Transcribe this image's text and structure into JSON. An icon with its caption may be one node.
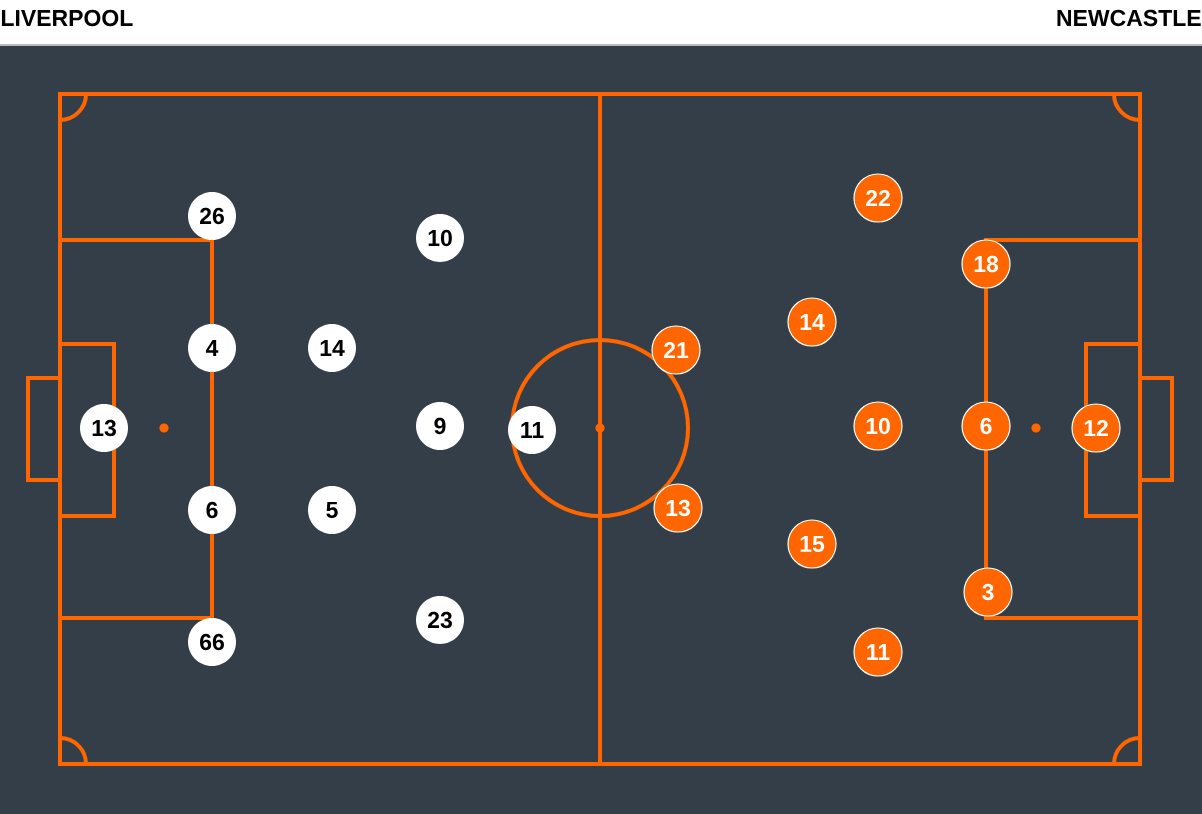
{
  "diagram": {
    "nodes": [
      {
        "text": [
          "13"
        ]
      },
      {
        "text": [
          "26"
        ]
      },
      {
        "text": [
          "4"
        ]
      },
      {
        "text": [
          "6"
        ]
      },
      {
        "text": [
          "66"
        ]
      },
      {
        "text": [
          "14"
        ]
      },
      {
        "text": [
          "5"
        ]
      },
      {
        "text": [
          "10"
        ]
      },
      {
        "text": [
          "9"
        ]
      },
      {
        "text": [
          "23"
        ]
      },
      {
        "text": [
          "11"
        ]
      },
      {
        "text": [
          "21"
        ]
      },
      {
        "text": [
          "13"
        ]
      },
      {
        "text": [
          "14"
        ]
      },
      {
        "text": [
          "15"
        ]
      },
      {
        "text": [
          "22"
        ]
      },
      {
        "text": [
          "10"
        ]
      },
      {
        "text": [
          "11"
        ]
      },
      {
        "text": [
          "18"
        ]
      },
      {
        "text": [
          "6"
        ]
      },
      {
        "text": [
          "3"
        ]
      },
      {
        "text": [
          "12"
        ]
      }
    ],
    "labels": [
      "LIVERPOOL",
      "NEWCASTLE"
    ]
  }
}
